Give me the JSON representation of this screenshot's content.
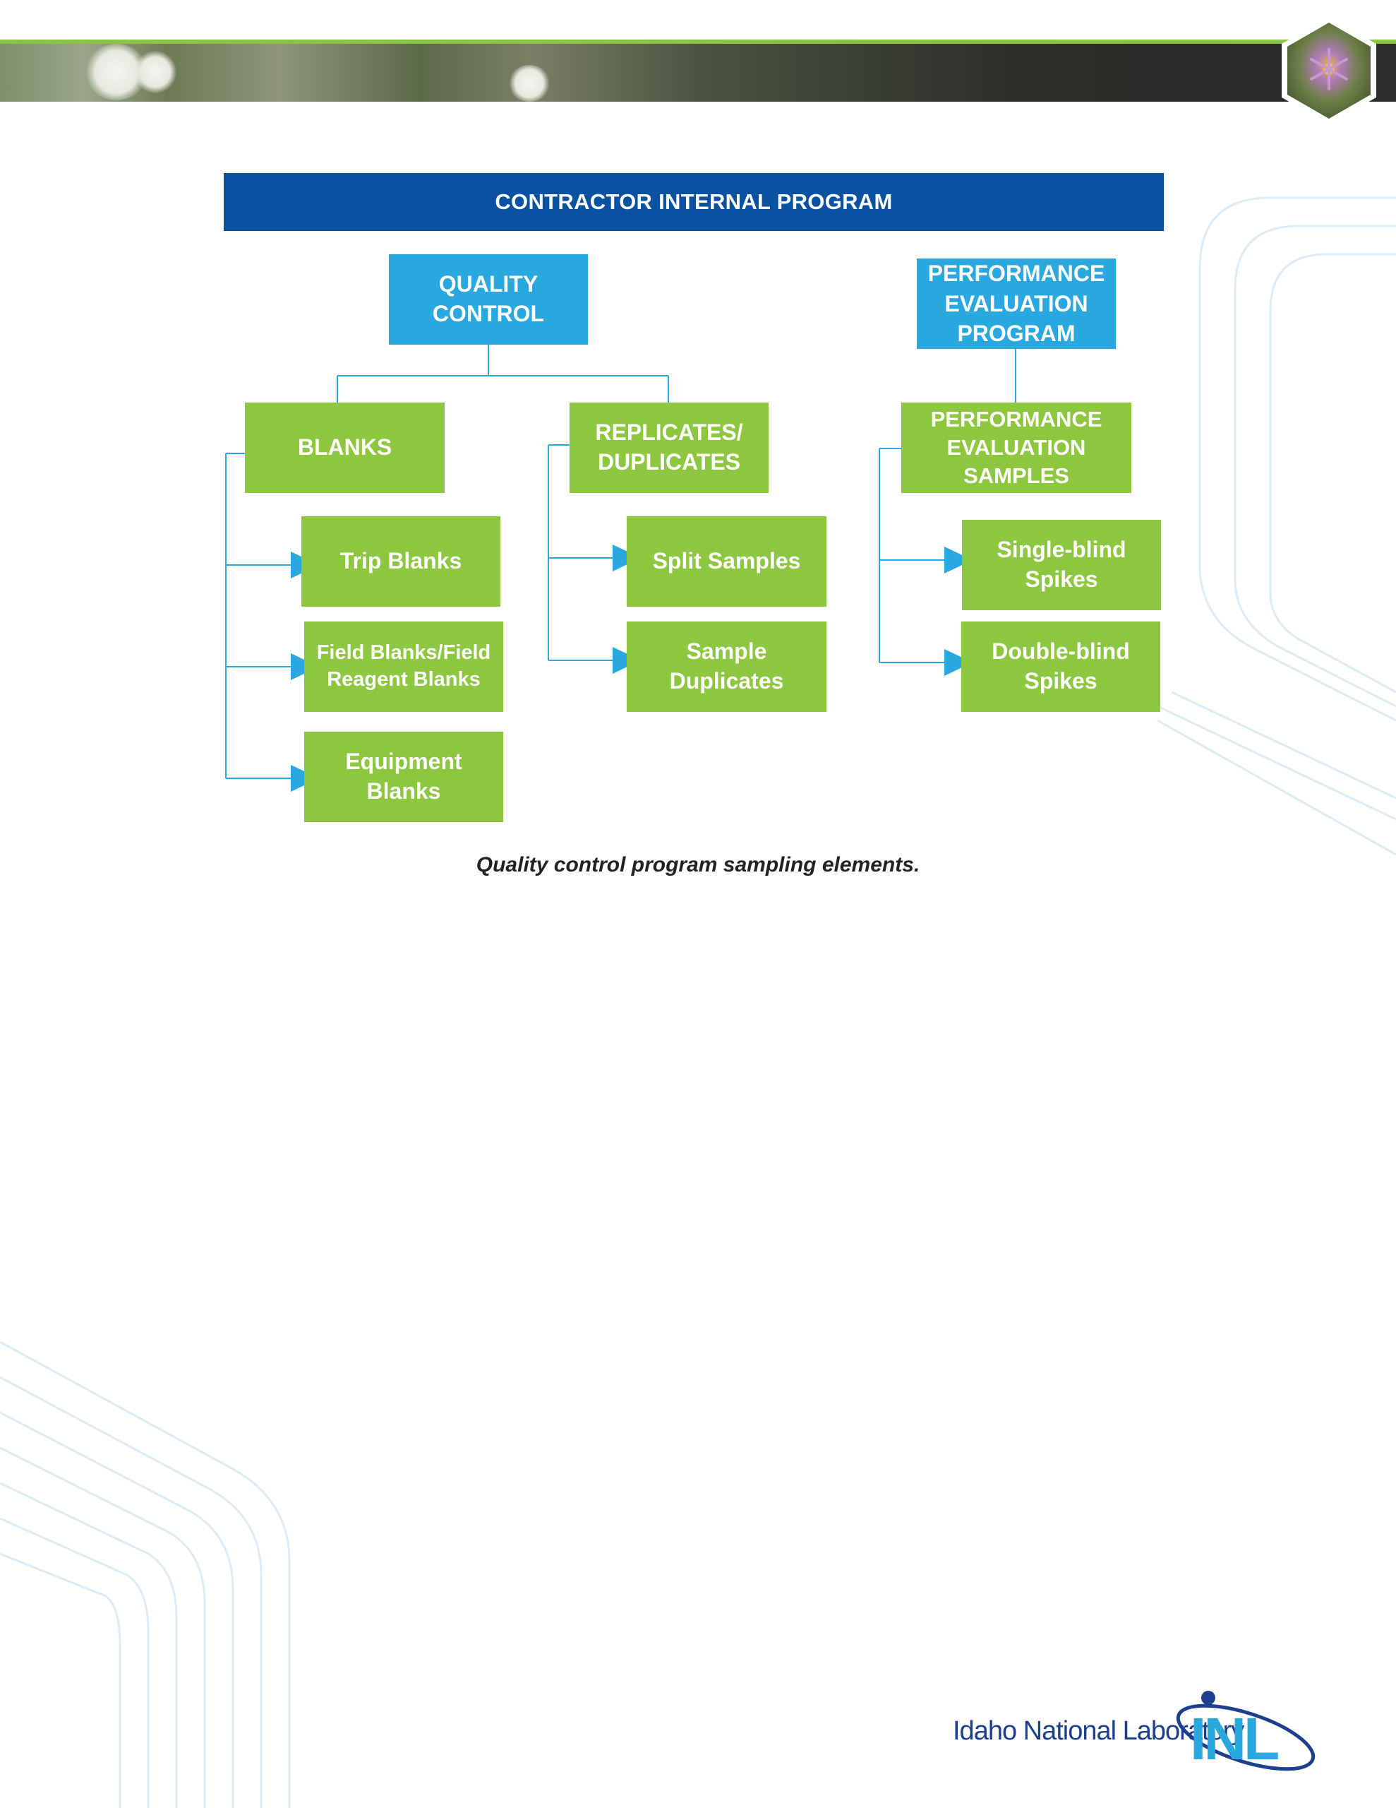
{
  "header": {
    "title": "CONTRACTOR INTERNAL PROGRAM"
  },
  "nodes": {
    "quality_control": "QUALITY\nCONTROL",
    "performance_program": "PERFORMANCE\nEVALUATION\nPROGRAM",
    "blanks": "BLANKS",
    "replicates": "REPLICATES/\nDUPLICATES",
    "performance_samples": "PERFORMANCE\nEVALUATION\nSAMPLES",
    "trip_blanks": "Trip Blanks",
    "field_blanks": "Field Blanks/Field\nReagent Blanks",
    "equipment_blanks": "Equipment\nBlanks",
    "split_samples": "Split Samples",
    "sample_duplicates": "Sample\nDuplicates",
    "single_blind": "Single-blind\nSpikes",
    "double_blind": "Double-blind\nSpikes"
  },
  "caption": "Quality control program sampling elements.",
  "logo": {
    "name": "Idaho National Laboratory",
    "mark": "INL"
  },
  "colors": {
    "header_blue": "#0a51a1",
    "node_blue": "#29a8e0",
    "node_green": "#8dc63f",
    "connector": "#29a8e0",
    "banner_green": "#8bc34a"
  }
}
